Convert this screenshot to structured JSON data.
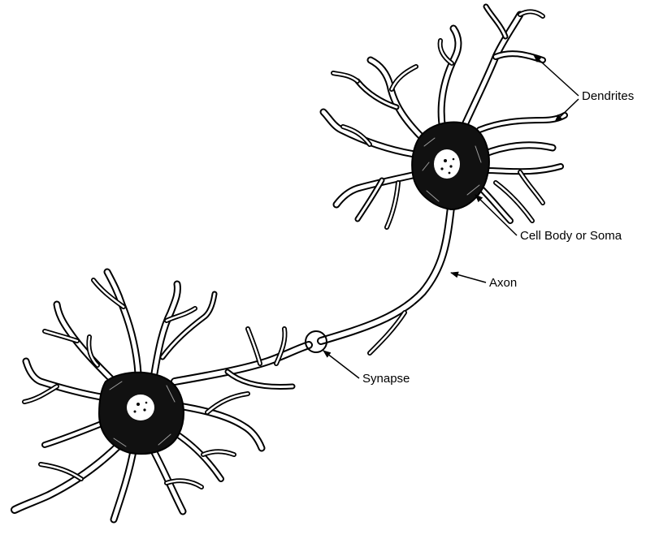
{
  "labels": {
    "dendrites": "Dendrites",
    "cell_body": "Cell Body or Soma",
    "axon": "Axon",
    "synapse": "Synapse"
  },
  "colors": {
    "ink": "#000000",
    "paper": "#ffffff"
  }
}
